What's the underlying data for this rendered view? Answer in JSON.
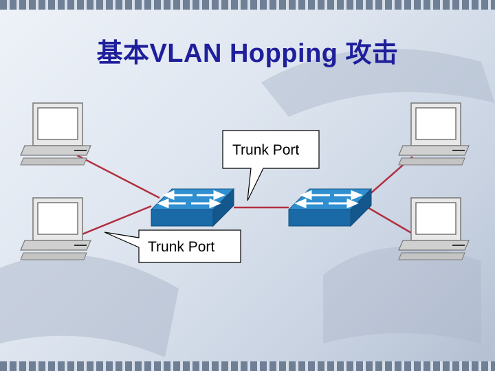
{
  "slide": {
    "title": "基本VLAN Hopping 攻击"
  },
  "diagram": {
    "callouts": [
      {
        "text": "Trunk Port"
      },
      {
        "text": "Trunk Port"
      }
    ],
    "colors": {
      "link": "#b03040",
      "switch_top": "#2f8fd0",
      "switch_side": "#1a6aa8",
      "title": "#1f1f9c"
    },
    "icons": [
      "pc-icon",
      "switch-icon"
    ]
  }
}
